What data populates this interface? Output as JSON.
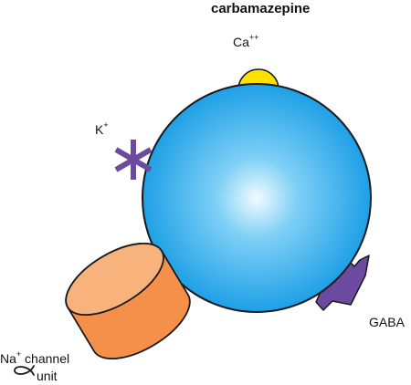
{
  "title": "carbamazepine",
  "labels": {
    "calcium": {
      "base": "Ca",
      "sup": "++"
    },
    "potassium": {
      "base": "K",
      "sup": "+"
    },
    "gaba": "GABA",
    "sodium": {
      "base": "Na",
      "sup": "+",
      "rest": " channel",
      "line2": "unit"
    }
  },
  "colors": {
    "neuron_center": "#f2fbff",
    "neuron_edge": "#1ea0e6",
    "calcium_channel": "#ffe000",
    "potassium_channel": "#6b4aa0",
    "gaba_receptor": "#6b4aa0",
    "sodium_channel_top": "#f8b27c",
    "sodium_channel_side": "#f4904a",
    "connector": "#f8b27c",
    "outline": "#1a1a1a"
  },
  "icons": {
    "potassium": "asterisk-icon",
    "sodium_unit": "alpha-icon"
  }
}
